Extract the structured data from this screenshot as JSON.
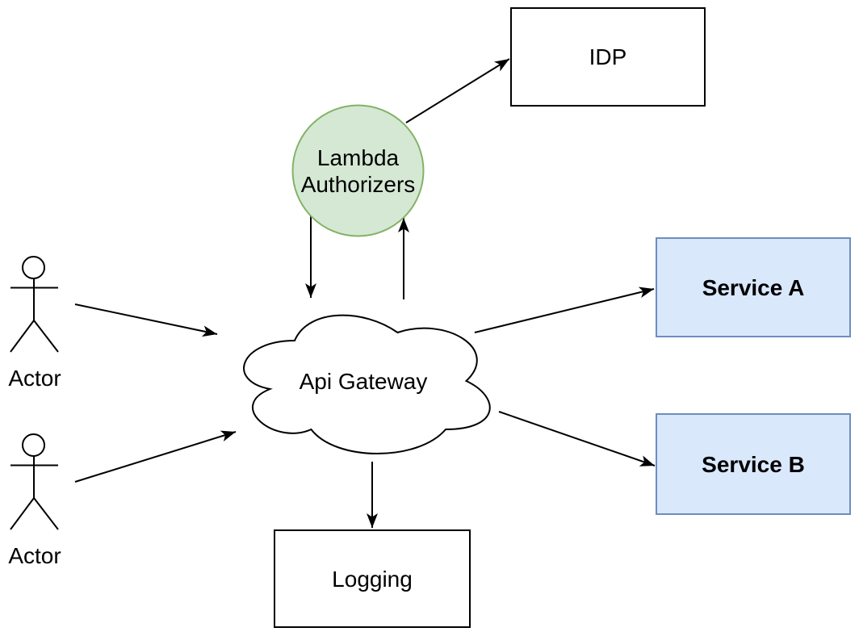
{
  "diagram": {
    "type": "architecture-flow",
    "colors": {
      "background": "#ffffff",
      "line": "#000000",
      "green_fill": "#d5e8d4",
      "green_border": "#82b366",
      "blue_fill": "#dae8fc",
      "blue_border": "#6c8ebf",
      "plain_fill": "#ffffff",
      "plain_border": "#000000"
    },
    "nodes": {
      "idp": {
        "label": "IDP",
        "shape": "rectangle",
        "fill": "#ffffff",
        "stroke": "#000000"
      },
      "lambda_authorizers": {
        "label": "Lambda\nAuthorizers",
        "shape": "circle",
        "fill": "#d5e8d4",
        "stroke": "#82b366"
      },
      "api_gateway": {
        "label": "Api Gateway",
        "shape": "cloud",
        "fill": "#ffffff",
        "stroke": "#000000"
      },
      "service_a": {
        "label": "Service A",
        "shape": "rectangle",
        "fill": "#dae8fc",
        "stroke": "#6c8ebf"
      },
      "service_b": {
        "label": "Service B",
        "shape": "rectangle",
        "fill": "#dae8fc",
        "stroke": "#6c8ebf"
      },
      "logging": {
        "label": "Logging",
        "shape": "rectangle",
        "fill": "#ffffff",
        "stroke": "#000000"
      },
      "actor_top": {
        "label": "Actor",
        "shape": "stick-figure"
      },
      "actor_bottom": {
        "label": "Actor",
        "shape": "stick-figure"
      }
    },
    "edges": [
      {
        "from": "actor_top",
        "to": "api_gateway"
      },
      {
        "from": "actor_bottom",
        "to": "api_gateway"
      },
      {
        "from": "lambda_authorizers",
        "to": "idp"
      },
      {
        "from": "lambda_authorizers",
        "to": "api_gateway"
      },
      {
        "from": "api_gateway",
        "to": "lambda_authorizers"
      },
      {
        "from": "api_gateway",
        "to": "service_a"
      },
      {
        "from": "api_gateway",
        "to": "service_b"
      },
      {
        "from": "api_gateway",
        "to": "logging"
      }
    ]
  }
}
